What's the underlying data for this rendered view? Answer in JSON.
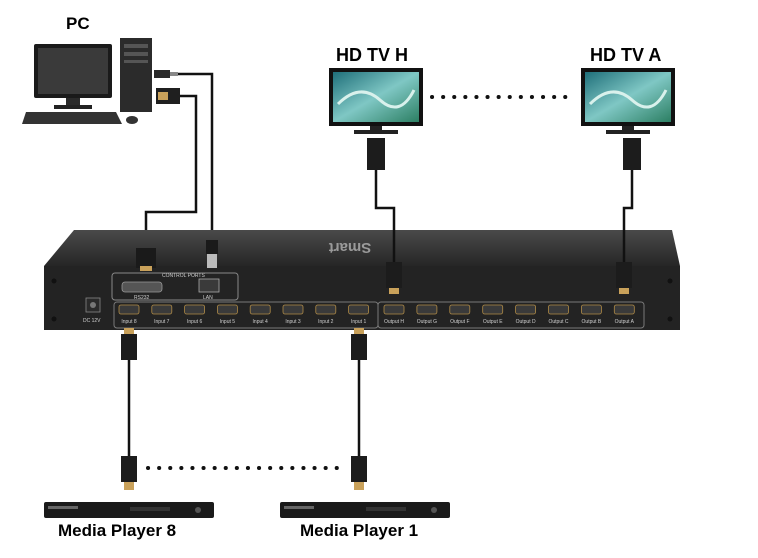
{
  "labels": {
    "pc": "PC",
    "tv_h": "HD TV H",
    "tv_a": "HD TV A",
    "player_8": "Media Player 8",
    "player_1": "Media Player 1"
  },
  "device": {
    "brand": "Smart",
    "control_ports": "CONTROL PORTS",
    "rs232": "RS232",
    "lan": "LAN",
    "power": "DC 12V",
    "inputs": [
      "Input 8",
      "Input 7",
      "Input 6",
      "Input 5",
      "Input 4",
      "Input 3",
      "Input 2",
      "Input 1"
    ],
    "outputs": [
      "Output H",
      "Output G",
      "Output F",
      "Output E",
      "Output D",
      "Output C",
      "Output B",
      "Output A"
    ]
  },
  "colors": {
    "chassis": "#2a2a2a",
    "panel": "#1e1e1e",
    "cable": "#111111",
    "connector_tip": "#c9a15a"
  }
}
